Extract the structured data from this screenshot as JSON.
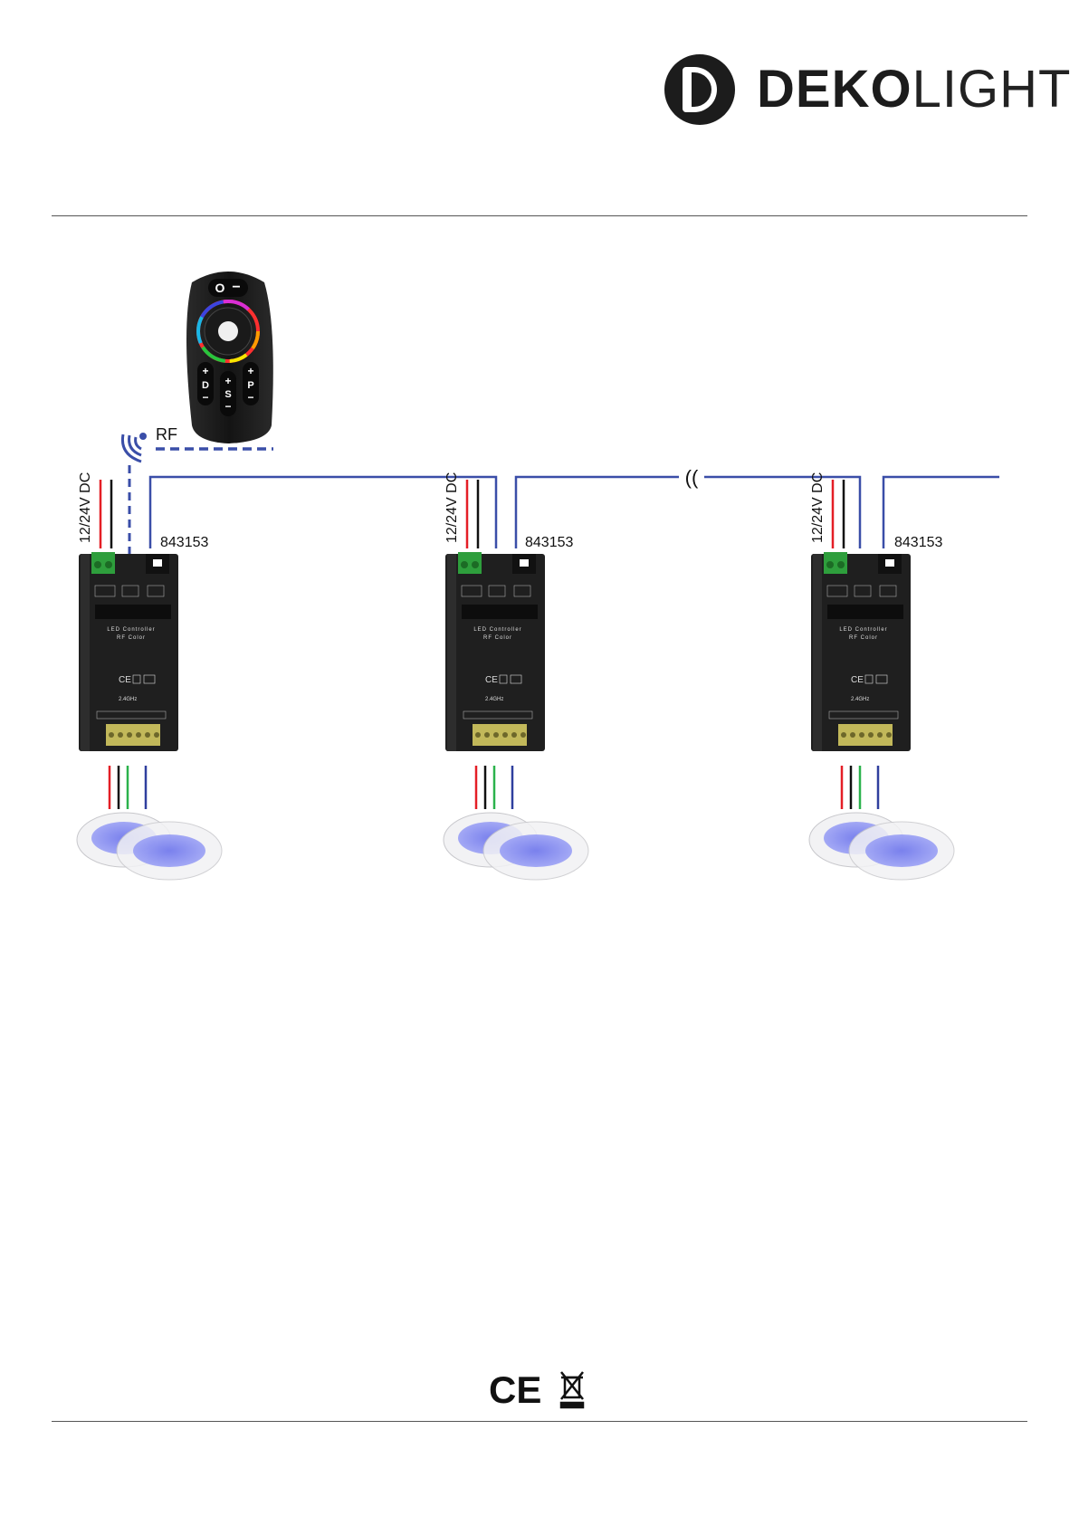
{
  "brand": {
    "name_bold": "DEKO",
    "name_light": "LIGHT",
    "logo_icon": "dekolight-d-logo-icon"
  },
  "remote": {
    "icon": "rgb-remote-control-icon",
    "label": "RF",
    "buttons": [
      "O",
      "−",
      "+",
      "D",
      "−",
      "+",
      "S",
      "−",
      "+",
      "P",
      "−"
    ]
  },
  "wiring": {
    "supply_label": "12/24V DC",
    "break_mark": "((",
    "colors": {
      "red": "#e41e26",
      "black": "#111111",
      "green": "#2bb24c",
      "blue": "#2f3f9e",
      "link": "#3a4ea8"
    }
  },
  "controllers": [
    {
      "model": "843153",
      "title": "LED Controller",
      "subtitle": "RF Color",
      "freq": "2.4GHz"
    },
    {
      "model": "843153",
      "title": "LED Controller",
      "subtitle": "RF Color",
      "freq": "2.4GHz"
    },
    {
      "model": "843153",
      "title": "LED Controller",
      "subtitle": "RF Color",
      "freq": "2.4GHz"
    }
  ],
  "lights": {
    "icon": "led-panel-downlight-icon",
    "glow_color": "#7d86f0"
  },
  "footer": {
    "ce_mark": "CE",
    "weee_icon": "crossed-out-bin-icon"
  }
}
